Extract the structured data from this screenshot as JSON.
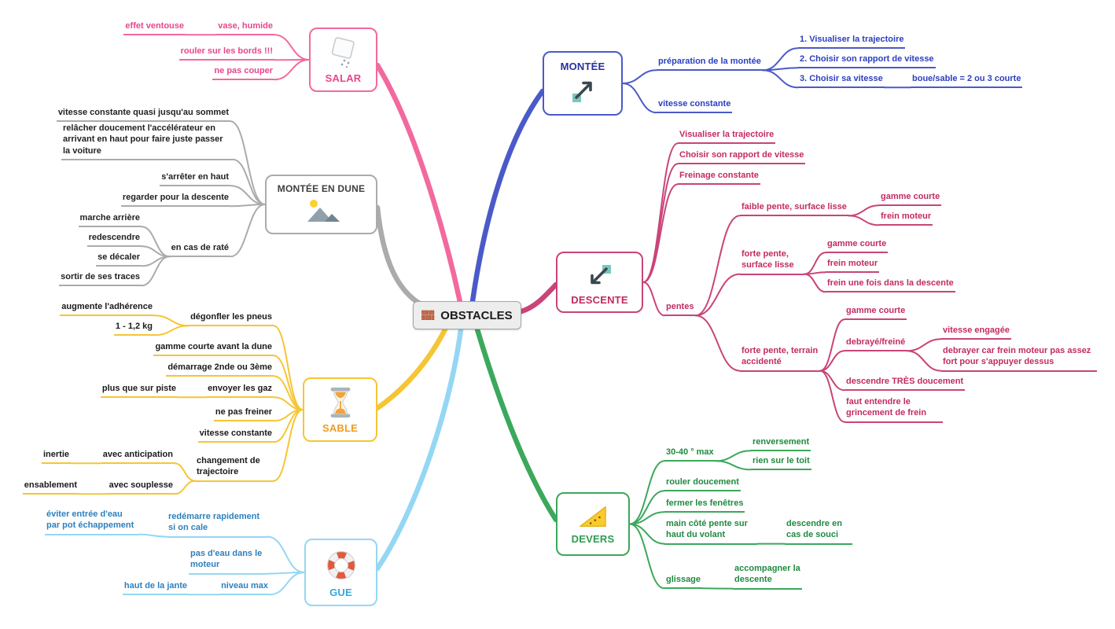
{
  "center": {
    "label": "OBSTACLES",
    "icon": "brick-icon",
    "bg": "#ededed",
    "border": "#a6a6a6",
    "text": "#1c1c1c"
  },
  "branches": {
    "salar": {
      "label": "SALAR",
      "icon": "salt-shaker-icon",
      "line_color": "#f2699f",
      "text_color": "#e8468b",
      "label_color": "#e8468b",
      "nodes": {
        "vase_humide": "vase, humide",
        "effet_ventouse": "effet ventouse",
        "rouler_bords": "rouler sur les bords !!!",
        "ne_pas_couper": "ne pas couper"
      }
    },
    "montee": {
      "label": "MONTÉE",
      "icon": "arrow-up-right-icon",
      "line_color": "#4a5ac9",
      "text_color": "#2b3fc0",
      "label_color": "#28339e",
      "nodes": {
        "preparation": "préparation de la montée",
        "visualiser": "1. Visualiser la trajectoire",
        "rapport": "2. Choisir son rapport de vitesse",
        "vitesse": "3. Choisir sa vitesse",
        "boue_sable": "boue/sable = 2 ou 3 courte",
        "vitesse_constante": "vitesse constante"
      }
    },
    "dune": {
      "label": "MONTÉE EN DUNE",
      "icon": "dune-icon",
      "line_color": "#ababab",
      "text_color": "#222222",
      "label_color": "#404040",
      "nodes": {
        "vitesse_sommet": "vitesse constante quasi jusqu'au sommet",
        "relacher": "relâcher doucement l'accélérateur en arrivant en haut pour faire juste passer la voiture",
        "arreter": "s'arrêter en haut",
        "regarder": "regarder pour la descente",
        "rate": "en cas de raté",
        "marche_arriere": "marche arrière",
        "redescendre": "redescendre",
        "se_decaler": "se décaler",
        "sortir_traces": "sortir de ses traces"
      }
    },
    "descente": {
      "label": "DESCENTE",
      "icon": "arrow-down-left-icon",
      "line_color": "#c94478",
      "text_color": "#c42a62",
      "label_color": "#c42a62",
      "nodes": {
        "visualiser": "Visualiser la trajectoire",
        "rapport": "Choisir son rapport de vitesse",
        "freinage": "Freinage constante",
        "pentes": "pentes",
        "faible_lisse": "faible pente, surface lisse",
        "gamme_courte_1": "gamme courte",
        "frein_moteur_1": "frein moteur",
        "forte_lisse": "forte pente, surface lisse",
        "gamme_courte_2": "gamme courte",
        "frein_moteur_2": "frein moteur",
        "frein_descente": "frein une fois dans la descente",
        "forte_accidente": "forte pente, terrain accidenté",
        "gamme_courte_3": "gamme courte",
        "debraye_freine": "debrayé/freiné",
        "vitesse_engagee": "vitesse engagée",
        "debrayer_car": "debrayer car frein moteur pas assez fort pour s'appuyer dessus",
        "descendre_tres": "descendre TRÈS doucement",
        "grincement": "faut entendre le grincement de frein"
      }
    },
    "sable": {
      "label": "SABLE",
      "icon": "hourglass-icon",
      "line_color": "#f6c534",
      "text_color": "#1a1a1a",
      "label_color": "#f19c1f",
      "nodes": {
        "degonfler": "dégonfler les pneus",
        "augmente": "augmente l'adhérence",
        "kg": "1 - 1,2 kg",
        "gamme_dune": "gamme courte avant la dune",
        "demarrage": "démarrage 2nde ou 3ème",
        "envoyer_gaz": "envoyer les gaz",
        "plus_piste": "plus que sur piste",
        "ne_pas_freiner": "ne pas freiner",
        "vitesse_constante": "vitesse constante",
        "changement": "changement de trajectoire",
        "anticipation": "avec anticipation",
        "inertie": "inertie",
        "souplesse": "avec souplesse",
        "ensablement": "ensablement"
      }
    },
    "devers": {
      "label": "DEVERS",
      "icon": "set-square-icon",
      "line_color": "#3ba85c",
      "text_color": "#1f8a40",
      "label_color": "#2d9c50",
      "nodes": {
        "max_30_40": "30-40 ° max",
        "renversement": "renversement",
        "rien_toit": "rien sur le toit",
        "rouler_doucement": "rouler doucement",
        "fermer_fenetres": "fermer les fenêtres",
        "main_cote": "main côté pente sur haut du volant",
        "descendre_souci": "descendre en cas de souci",
        "glissage": "glissage",
        "accompagner": "accompagner la descente"
      }
    },
    "gue": {
      "label": "GUE",
      "icon": "lifebuoy-icon",
      "line_color": "#94d7f4",
      "text_color": "#2d80bd",
      "label_color": "#35a7de",
      "nodes": {
        "redemarre": "redémarre rapidement si on cale",
        "eviter_eau": "éviter entrée d'eau par pot échappement",
        "pas_eau": "pas d'eau dans le moteur",
        "niveau_max": "niveau max",
        "haut_jante": "haut de la jante"
      }
    }
  }
}
